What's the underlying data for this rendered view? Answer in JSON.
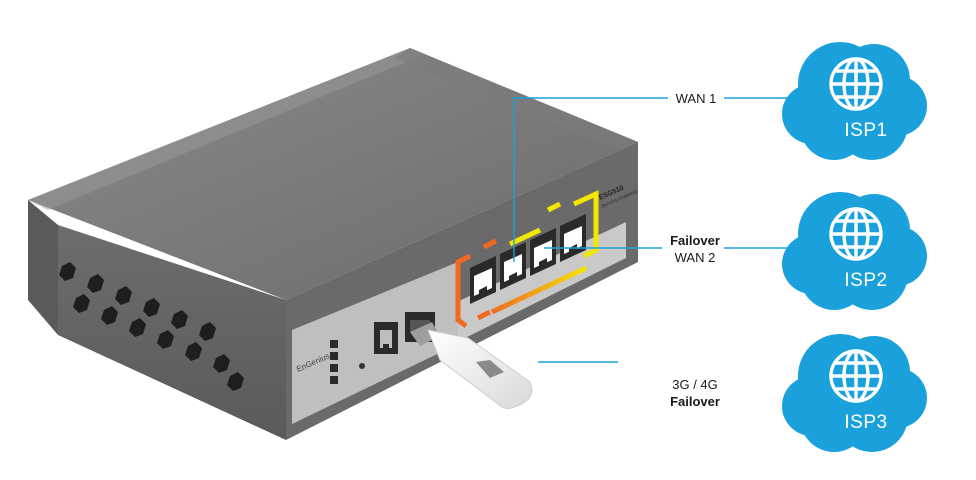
{
  "device": {
    "brand": "EnGenius",
    "model": "ESG510",
    "subtitle": "Security Gateway"
  },
  "links": [
    {
      "line1": "WAN 1",
      "line1_bold": false,
      "line2": "",
      "line2_bold": false
    },
    {
      "line1": "Failover",
      "line1_bold": true,
      "line2": "WAN 2",
      "line2_bold": false
    },
    {
      "line1": "3G / 4G",
      "line1_bold": false,
      "line2": "Failover",
      "line2_bold": true
    }
  ],
  "isps": [
    {
      "label": "ISP1",
      "icon": "globe-icon"
    },
    {
      "label": "ISP2",
      "icon": "globe-icon"
    },
    {
      "label": "ISP3",
      "icon": "globe-icon"
    }
  ],
  "colors": {
    "cloud": "#1aa1dc",
    "line": "#1aa1dc",
    "wan_highlight": "#f26a21",
    "lan_highlight": "#f5e600",
    "chassis_top": "#757575",
    "chassis_side": "#4a4a4a",
    "front_panel": "#bdbdbd"
  }
}
